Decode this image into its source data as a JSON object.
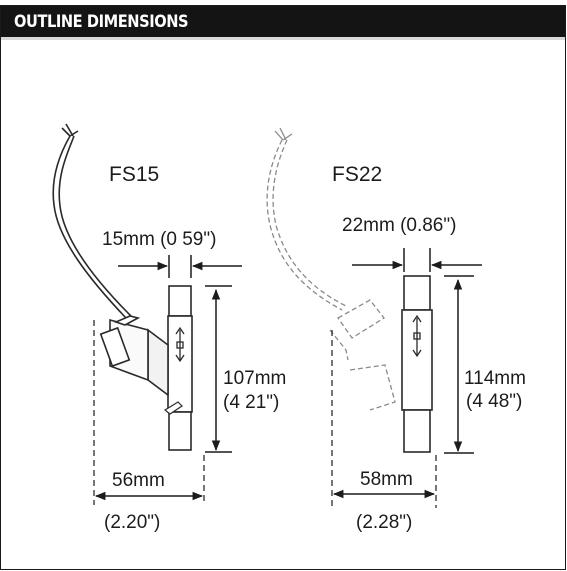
{
  "header": {
    "title": "OUTLINE DIMENSIONS"
  },
  "models": [
    {
      "name": "FS15",
      "pipe_diameter": "15mm (0 59\")",
      "height_mm": "107mm",
      "height_in": "(4 21\")",
      "width_mm": "56mm",
      "width_in": "(2.20\")"
    },
    {
      "name": "FS22",
      "pipe_diameter": "22mm (0.86\")",
      "height_mm": "114mm",
      "height_in": "(4 48\")",
      "width_mm": "58mm",
      "width_in": "(2.28\")"
    }
  ],
  "colors": {
    "header_bg": "#141414",
    "ink": "#1c1c1c",
    "faint_ink": "#777777"
  }
}
